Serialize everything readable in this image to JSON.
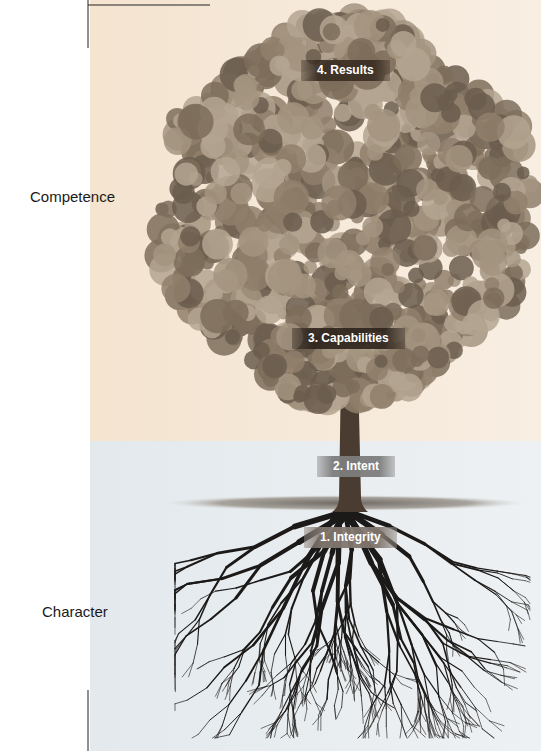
{
  "diagram": {
    "nodes": [
      {
        "text": [
          "4. Results"
        ]
      },
      {
        "text": [
          "3. Capabilities"
        ]
      },
      {
        "text": [
          "2. Intent"
        ]
      },
      {
        "text": [
          "1. Integrity"
        ]
      }
    ],
    "labels": [
      "Competence",
      "Character"
    ]
  }
}
